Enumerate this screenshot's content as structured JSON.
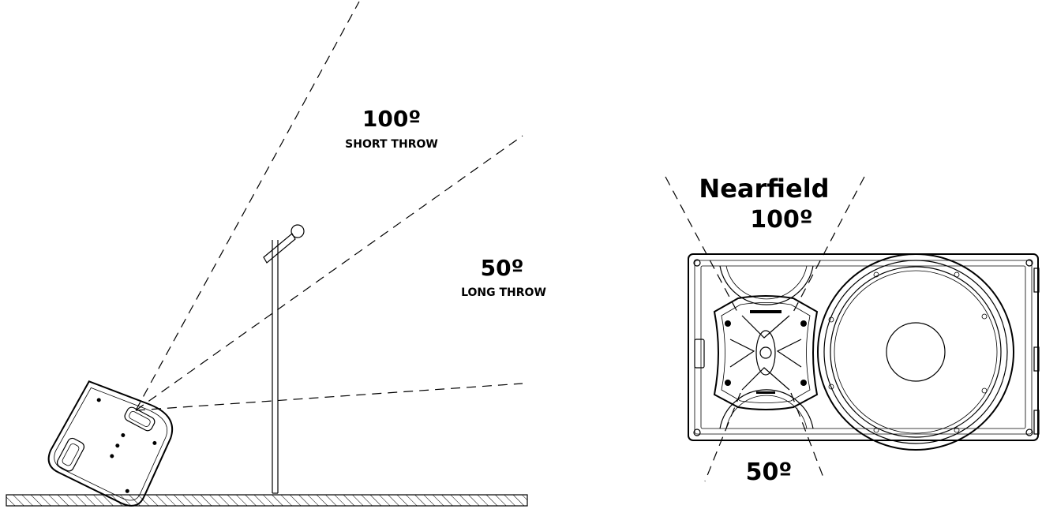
{
  "side_view": {
    "short_throw_angle": "100º",
    "short_throw_label": "SHORT THROW",
    "long_throw_angle": "50º",
    "long_throw_label": "LONG THROW"
  },
  "front_view": {
    "nearfield_label": "Nearfield",
    "nearfield_angle": "100º",
    "bottom_angle": "50º"
  }
}
